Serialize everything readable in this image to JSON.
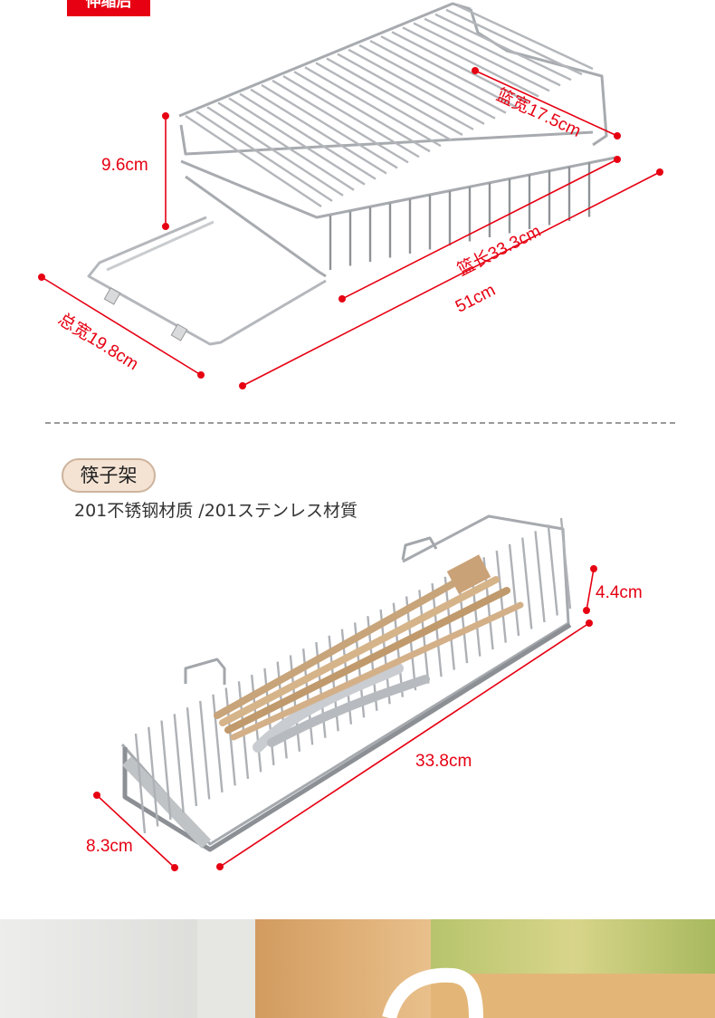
{
  "header": {
    "tag": "伸缩后"
  },
  "basket": {
    "dims": {
      "basket_width": "篮宽17.5cm",
      "height": "9.6cm",
      "basket_length": "篮长33.3cm",
      "overall_length": "51cm",
      "overall_width": "总宽19.8cm"
    }
  },
  "chopstick_holder": {
    "title": "筷子架",
    "material": "201不锈钢材质 /201ステンレス材質",
    "dims": {
      "height": "4.4cm",
      "length": "33.8cm",
      "width": "8.3cm"
    }
  },
  "colors": {
    "accent_red": "#e60012",
    "pill_bg": "#f4e3d3",
    "steel": "#b9bcc0"
  }
}
